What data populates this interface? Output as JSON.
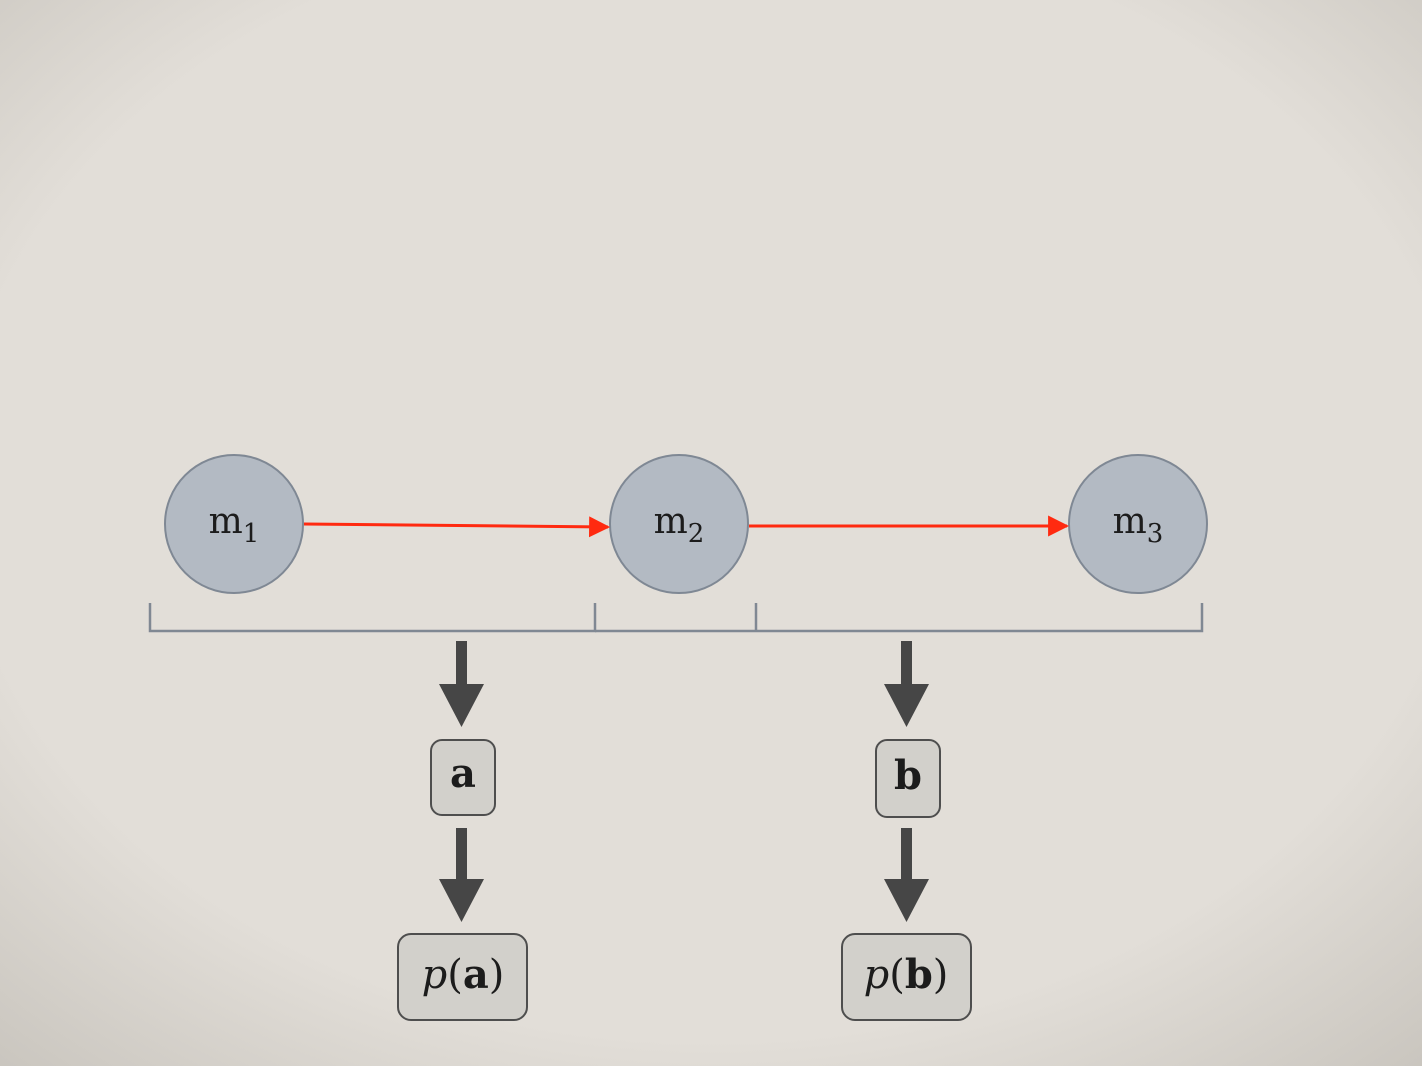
{
  "colors": {
    "background": "#e2ded8",
    "vignette": "#c9c5be",
    "node_fill": "#b3bac3",
    "node_stroke": "#7f8894",
    "edge": "#ff2a10",
    "bracket": "#808893",
    "down_arrow": "#464646",
    "box_fill": "#d2d0cb",
    "box_stroke": "#4e4e4e",
    "text": "#1c1c1c"
  },
  "nodes": [
    {
      "id": "m1",
      "base": "m",
      "sub": "1"
    },
    {
      "id": "m2",
      "base": "m",
      "sub": "2"
    },
    {
      "id": "m3",
      "base": "m",
      "sub": "3"
    }
  ],
  "edges": [
    {
      "from": "m1",
      "to": "m2"
    },
    {
      "from": "m2",
      "to": "m3"
    }
  ],
  "groups": [
    {
      "id": "a",
      "label": "a",
      "prob": {
        "p": "p",
        "open": "(",
        "var": "a",
        "close": ")"
      }
    },
    {
      "id": "b",
      "label": "b",
      "prob": {
        "p": "p",
        "open": "(",
        "var": "b",
        "close": ")"
      }
    }
  ]
}
